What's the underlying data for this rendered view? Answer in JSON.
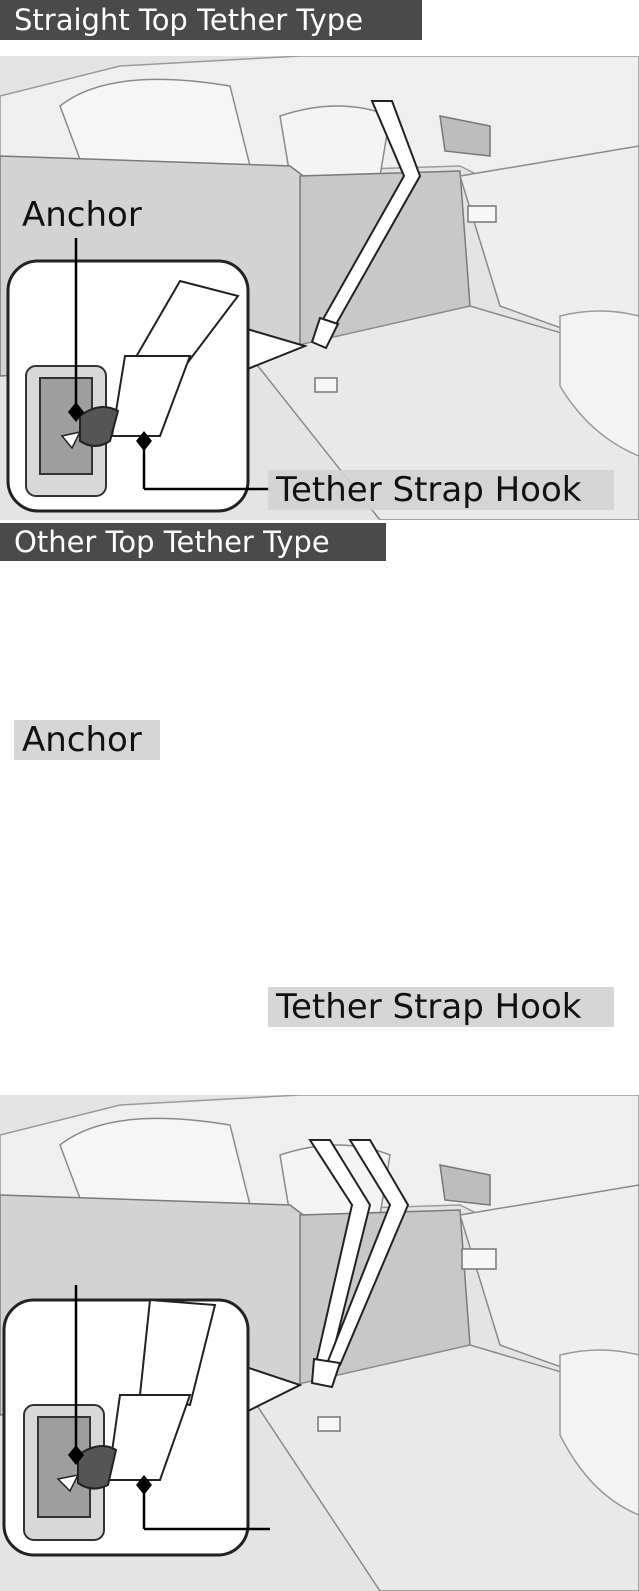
{
  "sections": [
    {
      "title": "Straight Top Tether Type",
      "labels": {
        "anchor": "Anchor",
        "hook": "Tether Strap Hook"
      }
    },
    {
      "title": "Other Top Tether Type",
      "labels": {
        "anchor": "Anchor",
        "hook": "Tether Strap Hook"
      }
    }
  ],
  "colors": {
    "title_bg": "#4a4a4a",
    "scene_bg": "#e6e6e6",
    "label_bg": "#d2d2d2",
    "line": "#000000"
  }
}
